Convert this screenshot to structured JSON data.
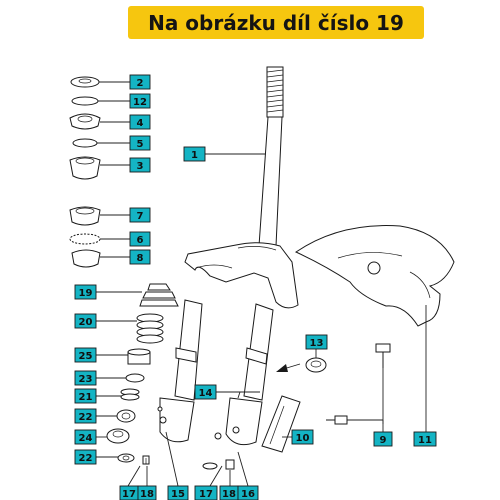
{
  "banner": {
    "text": "Na obrázku díl číslo 19",
    "color": "#f6c60f"
  },
  "callout_color": "#14b4c4",
  "callouts": {
    "c2": "2",
    "c12": "12",
    "c4": "4",
    "c5": "5",
    "c3": "3",
    "c7": "7",
    "c6": "6",
    "c8": "8",
    "c19": "19",
    "c20": "20",
    "c25": "25",
    "c23": "23",
    "c21": "21",
    "c22a": "22",
    "c24": "24",
    "c22b": "22",
    "c17a": "17",
    "c18a": "18",
    "c15": "15",
    "c14": "14",
    "c1": "1",
    "c13": "13",
    "c10": "10",
    "c17b": "17",
    "c18b": "18",
    "c16": "16",
    "c9": "9",
    "c11": "11"
  }
}
